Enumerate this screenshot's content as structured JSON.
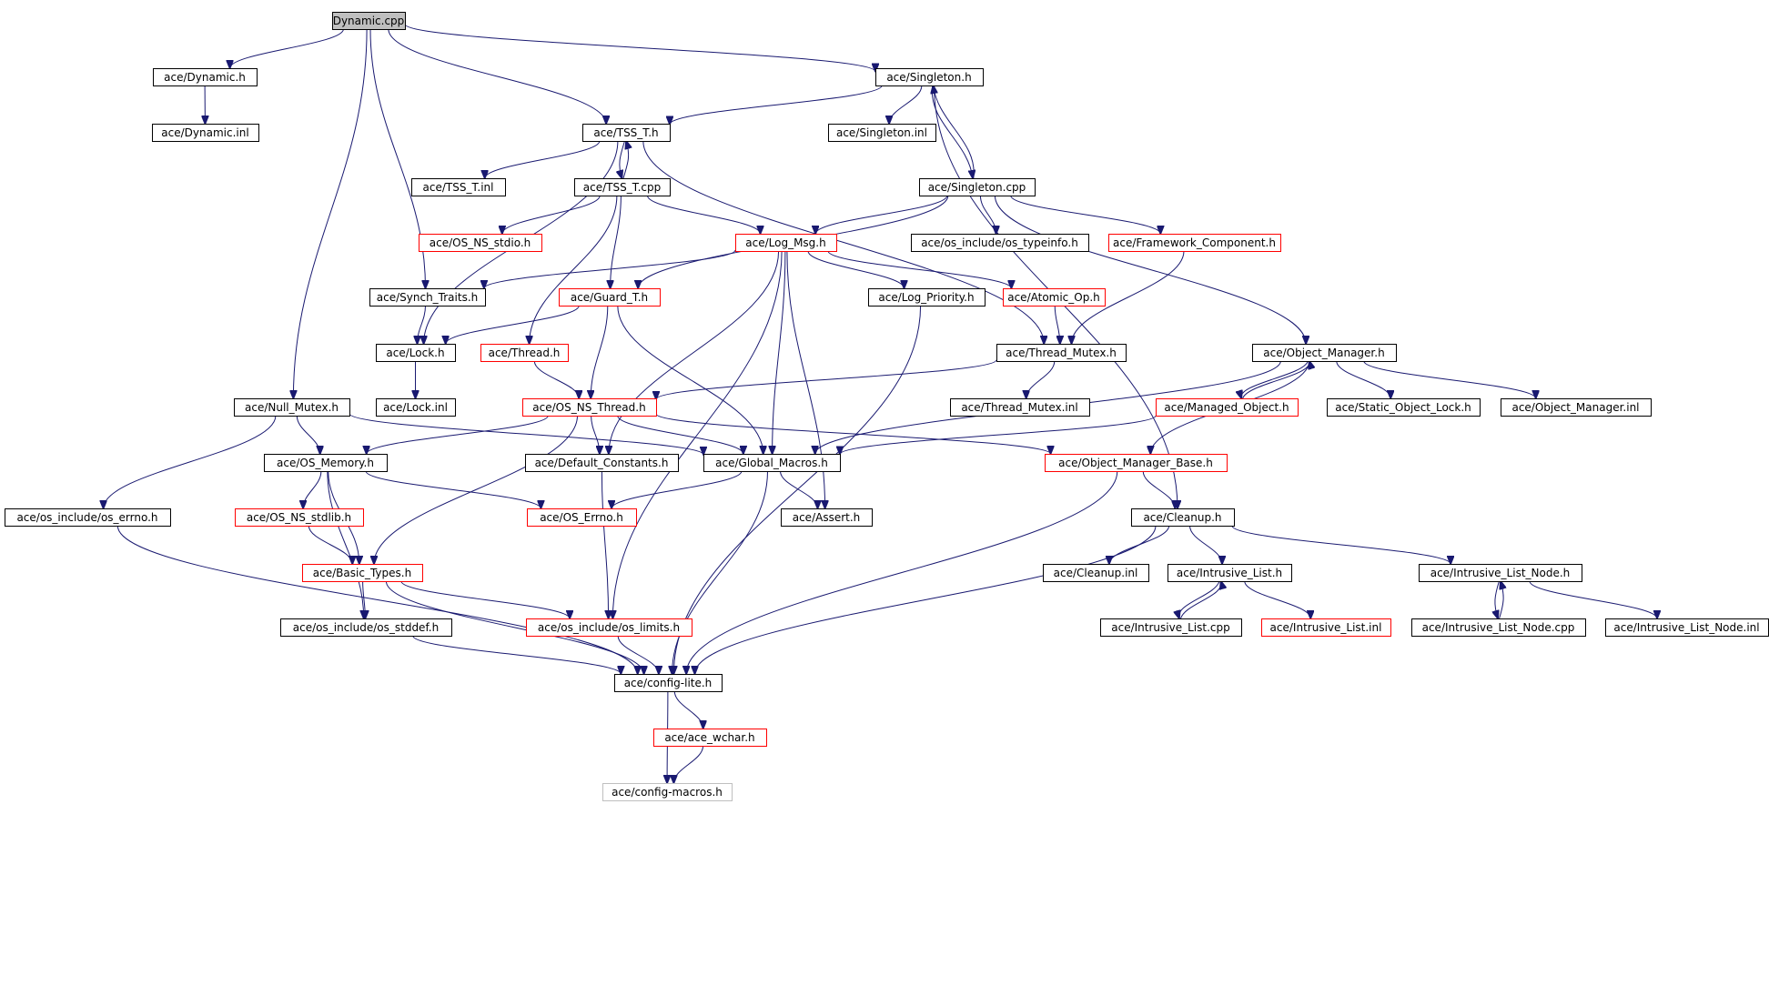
{
  "colors": {
    "edge": "#191970",
    "border_plain": "#000000",
    "border_truncated": "#ff0000",
    "border_root": "#000000",
    "fill_root": "#bfbfbf",
    "border_external": "#bfbfbf",
    "fill_default": "#ffffff"
  },
  "nodes": [
    {
      "id": "dynamic_cpp",
      "label": "Dynamic.cpp",
      "style": "root"
    },
    {
      "id": "dynamic_h",
      "label": "ace/Dynamic.h",
      "style": "plain"
    },
    {
      "id": "dynamic_inl",
      "label": "ace/Dynamic.inl",
      "style": "plain"
    },
    {
      "id": "singleton_h",
      "label": "ace/Singleton.h",
      "style": "plain"
    },
    {
      "id": "tss_t_h",
      "label": "ace/TSS_T.h",
      "style": "plain"
    },
    {
      "id": "singleton_inl",
      "label": "ace/Singleton.inl",
      "style": "plain"
    },
    {
      "id": "tss_t_inl",
      "label": "ace/TSS_T.inl",
      "style": "plain"
    },
    {
      "id": "tss_t_cpp",
      "label": "ace/TSS_T.cpp",
      "style": "plain"
    },
    {
      "id": "singleton_cpp",
      "label": "ace/Singleton.cpp",
      "style": "plain"
    },
    {
      "id": "os_ns_stdio_h",
      "label": "ace/OS_NS_stdio.h",
      "style": "truncated"
    },
    {
      "id": "log_msg_h",
      "label": "ace/Log_Msg.h",
      "style": "truncated"
    },
    {
      "id": "os_typeinfo_h",
      "label": "ace/os_include/os_typeinfo.h",
      "style": "plain"
    },
    {
      "id": "framework_component_h",
      "label": "ace/Framework_Component.h",
      "style": "truncated"
    },
    {
      "id": "synch_traits_h",
      "label": "ace/Synch_Traits.h",
      "style": "plain"
    },
    {
      "id": "guard_t_h",
      "label": "ace/Guard_T.h",
      "style": "truncated"
    },
    {
      "id": "log_priority_h",
      "label": "ace/Log_Priority.h",
      "style": "plain"
    },
    {
      "id": "atomic_op_h",
      "label": "ace/Atomic_Op.h",
      "style": "truncated"
    },
    {
      "id": "lock_h",
      "label": "ace/Lock.h",
      "style": "plain"
    },
    {
      "id": "thread_h",
      "label": "ace/Thread.h",
      "style": "truncated"
    },
    {
      "id": "thread_mutex_h",
      "label": "ace/Thread_Mutex.h",
      "style": "plain"
    },
    {
      "id": "object_manager_h",
      "label": "ace/Object_Manager.h",
      "style": "plain"
    },
    {
      "id": "null_mutex_h",
      "label": "ace/Null_Mutex.h",
      "style": "plain"
    },
    {
      "id": "lock_inl",
      "label": "ace/Lock.inl",
      "style": "plain"
    },
    {
      "id": "os_ns_thread_h",
      "label": "ace/OS_NS_Thread.h",
      "style": "truncated"
    },
    {
      "id": "thread_mutex_inl",
      "label": "ace/Thread_Mutex.inl",
      "style": "plain"
    },
    {
      "id": "managed_object_h",
      "label": "ace/Managed_Object.h",
      "style": "truncated"
    },
    {
      "id": "static_object_lock_h",
      "label": "ace/Static_Object_Lock.h",
      "style": "plain"
    },
    {
      "id": "object_manager_inl",
      "label": "ace/Object_Manager.inl",
      "style": "plain"
    },
    {
      "id": "os_memory_h",
      "label": "ace/OS_Memory.h",
      "style": "plain"
    },
    {
      "id": "default_constants_h",
      "label": "ace/Default_Constants.h",
      "style": "plain"
    },
    {
      "id": "global_macros_h",
      "label": "ace/Global_Macros.h",
      "style": "plain"
    },
    {
      "id": "object_manager_base_h",
      "label": "ace/Object_Manager_Base.h",
      "style": "truncated"
    },
    {
      "id": "os_errno_h",
      "label": "ace/os_include/os_errno.h",
      "style": "plain"
    },
    {
      "id": "os_ns_stdlib_h",
      "label": "ace/OS_NS_stdlib.h",
      "style": "truncated"
    },
    {
      "id": "os_errno_ace_h",
      "label": "ace/OS_Errno.h",
      "style": "truncated"
    },
    {
      "id": "assert_h",
      "label": "ace/Assert.h",
      "style": "plain"
    },
    {
      "id": "cleanup_h",
      "label": "ace/Cleanup.h",
      "style": "plain"
    },
    {
      "id": "basic_types_h",
      "label": "ace/Basic_Types.h",
      "style": "truncated"
    },
    {
      "id": "cleanup_inl",
      "label": "ace/Cleanup.inl",
      "style": "plain"
    },
    {
      "id": "intrusive_list_h",
      "label": "ace/Intrusive_List.h",
      "style": "plain"
    },
    {
      "id": "intrusive_list_node_h",
      "label": "ace/Intrusive_List_Node.h",
      "style": "plain"
    },
    {
      "id": "os_stddef_h",
      "label": "ace/os_include/os_stddef.h",
      "style": "plain"
    },
    {
      "id": "os_limits_h",
      "label": "ace/os_include/os_limits.h",
      "style": "truncated"
    },
    {
      "id": "intrusive_list_cpp",
      "label": "ace/Intrusive_List.cpp",
      "style": "plain"
    },
    {
      "id": "intrusive_list_inl",
      "label": "ace/Intrusive_List.inl",
      "style": "truncated"
    },
    {
      "id": "intrusive_list_node_cpp",
      "label": "ace/Intrusive_List_Node.cpp",
      "style": "plain"
    },
    {
      "id": "intrusive_list_node_inl",
      "label": "ace/Intrusive_List_Node.inl",
      "style": "plain"
    },
    {
      "id": "config_lite_h",
      "label": "ace/config-lite.h",
      "style": "plain"
    },
    {
      "id": "ace_wchar_h",
      "label": "ace/ace_wchar.h",
      "style": "truncated"
    },
    {
      "id": "config_macros_h",
      "label": "ace/config-macros.h",
      "style": "external"
    }
  ],
  "edges": [
    [
      "dynamic_cpp",
      "dynamic_h"
    ],
    [
      "dynamic_cpp",
      "singleton_h"
    ],
    [
      "dynamic_cpp",
      "tss_t_h"
    ],
    [
      "dynamic_cpp",
      "synch_traits_h"
    ],
    [
      "dynamic_cpp",
      "null_mutex_h"
    ],
    [
      "dynamic_h",
      "dynamic_inl"
    ],
    [
      "singleton_h",
      "tss_t_h"
    ],
    [
      "singleton_h",
      "singleton_inl"
    ],
    [
      "singleton_h",
      "singleton_cpp"
    ],
    [
      "singleton_h",
      "cleanup_h"
    ],
    [
      "singleton_cpp",
      "singleton_h"
    ],
    [
      "tss_t_h",
      "tss_t_inl"
    ],
    [
      "tss_t_h",
      "tss_t_cpp"
    ],
    [
      "tss_t_h",
      "lock_h"
    ],
    [
      "tss_t_h",
      "thread_mutex_h"
    ],
    [
      "tss_t_cpp",
      "tss_t_h"
    ],
    [
      "tss_t_cpp",
      "os_ns_stdio_h"
    ],
    [
      "tss_t_cpp",
      "log_msg_h"
    ],
    [
      "tss_t_cpp",
      "guard_t_h"
    ],
    [
      "tss_t_cpp",
      "thread_h"
    ],
    [
      "singleton_cpp",
      "log_msg_h"
    ],
    [
      "singleton_cpp",
      "os_typeinfo_h"
    ],
    [
      "singleton_cpp",
      "framework_component_h"
    ],
    [
      "singleton_cpp",
      "guard_t_h"
    ],
    [
      "singleton_cpp",
      "object_manager_h"
    ],
    [
      "log_msg_h",
      "synch_traits_h"
    ],
    [
      "log_msg_h",
      "log_priority_h"
    ],
    [
      "log_msg_h",
      "atomic_op_h"
    ],
    [
      "log_msg_h",
      "default_constants_h"
    ],
    [
      "log_msg_h",
      "global_macros_h"
    ],
    [
      "log_msg_h",
      "assert_h"
    ],
    [
      "log_msg_h",
      "os_limits_h"
    ],
    [
      "framework_component_h",
      "thread_mutex_h"
    ],
    [
      "synch_traits_h",
      "lock_h"
    ],
    [
      "guard_t_h",
      "lock_h"
    ],
    [
      "guard_t_h",
      "os_ns_thread_h"
    ],
    [
      "guard_t_h",
      "global_macros_h"
    ],
    [
      "log_priority_h",
      "config_lite_h"
    ],
    [
      "atomic_op_h",
      "thread_mutex_h"
    ],
    [
      "lock_h",
      "lock_inl"
    ],
    [
      "thread_h",
      "os_ns_thread_h"
    ],
    [
      "thread_mutex_h",
      "thread_mutex_inl"
    ],
    [
      "thread_mutex_h",
      "os_ns_thread_h"
    ],
    [
      "object_manager_h",
      "managed_object_h"
    ],
    [
      "object_manager_h",
      "static_object_lock_h"
    ],
    [
      "object_manager_h",
      "object_manager_inl"
    ],
    [
      "object_manager_h",
      "object_manager_base_h"
    ],
    [
      "object_manager_h",
      "global_macros_h"
    ],
    [
      "managed_object_h",
      "object_manager_h"
    ],
    [
      "managed_object_h",
      "global_macros_h"
    ],
    [
      "null_mutex_h",
      "os_memory_h"
    ],
    [
      "null_mutex_h",
      "global_macros_h"
    ],
    [
      "null_mutex_h",
      "os_errno_h"
    ],
    [
      "os_ns_thread_h",
      "os_memory_h"
    ],
    [
      "os_ns_thread_h",
      "default_constants_h"
    ],
    [
      "os_ns_thread_h",
      "global_macros_h"
    ],
    [
      "os_ns_thread_h",
      "object_manager_base_h"
    ],
    [
      "os_ns_thread_h",
      "basic_types_h"
    ],
    [
      "os_memory_h",
      "os_ns_stdlib_h"
    ],
    [
      "os_memory_h",
      "os_errno_ace_h"
    ],
    [
      "os_memory_h",
      "basic_types_h"
    ],
    [
      "os_memory_h",
      "os_stddef_h"
    ],
    [
      "default_constants_h",
      "os_limits_h"
    ],
    [
      "global_macros_h",
      "os_errno_ace_h"
    ],
    [
      "global_macros_h",
      "assert_h"
    ],
    [
      "global_macros_h",
      "config_lite_h"
    ],
    [
      "object_manager_base_h",
      "cleanup_h"
    ],
    [
      "object_manager_base_h",
      "config_lite_h"
    ],
    [
      "os_errno_h",
      "config_lite_h"
    ],
    [
      "os_ns_stdlib_h",
      "basic_types_h"
    ],
    [
      "cleanup_h",
      "cleanup_inl"
    ],
    [
      "cleanup_h",
      "intrusive_list_h"
    ],
    [
      "cleanup_h",
      "intrusive_list_node_h"
    ],
    [
      "cleanup_h",
      "config_lite_h"
    ],
    [
      "basic_types_h",
      "os_stddef_h"
    ],
    [
      "basic_types_h",
      "os_limits_h"
    ],
    [
      "basic_types_h",
      "config_lite_h"
    ],
    [
      "intrusive_list_h",
      "intrusive_list_cpp"
    ],
    [
      "intrusive_list_h",
      "intrusive_list_inl"
    ],
    [
      "intrusive_list_cpp",
      "intrusive_list_h"
    ],
    [
      "intrusive_list_node_h",
      "intrusive_list_node_cpp"
    ],
    [
      "intrusive_list_node_h",
      "intrusive_list_node_inl"
    ],
    [
      "intrusive_list_node_cpp",
      "intrusive_list_node_h"
    ],
    [
      "os_stddef_h",
      "config_lite_h"
    ],
    [
      "os_limits_h",
      "config_lite_h"
    ],
    [
      "config_lite_h",
      "ace_wchar_h"
    ],
    [
      "config_lite_h",
      "config_macros_h"
    ],
    [
      "ace_wchar_h",
      "config_macros_h"
    ]
  ]
}
